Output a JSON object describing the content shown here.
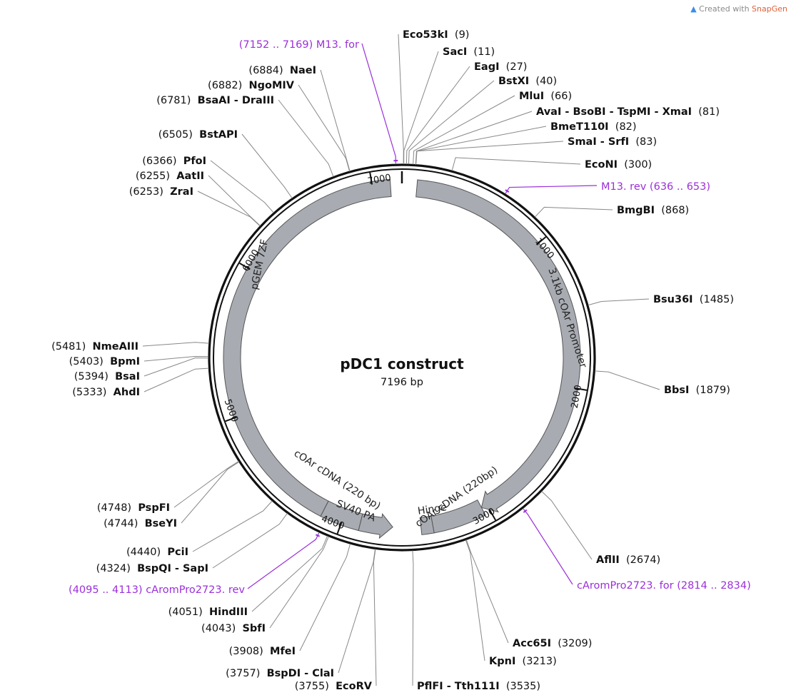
{
  "credit": {
    "prefix": "Created with",
    "brand": "SnapGen"
  },
  "plasmid": {
    "name": "pDC1 construct",
    "length_label": "7196 bp",
    "length": 7196
  },
  "ticks": [
    {
      "label": "1000",
      "pos": 1000
    },
    {
      "label": "2000",
      "pos": 2000
    },
    {
      "label": "3000",
      "pos": 3000
    },
    {
      "label": "4000",
      "pos": 4000
    },
    {
      "label": "5000",
      "pos": 5000
    },
    {
      "label": "6000",
      "pos": 6000
    },
    {
      "label": "7000",
      "pos": 7000
    }
  ],
  "features": [
    {
      "label": "3.1kb cOAr Promoter",
      "start": 100,
      "end": 3040,
      "direction": "forward"
    },
    {
      "label": "cOAr cDNA (220bp)",
      "start": 3040,
      "end": 3390,
      "direction": "reverse"
    },
    {
      "label": "Hinge",
      "start": 3390,
      "end": 3470,
      "direction": "reverse"
    },
    {
      "label": "cOAr cDNA (220 bp)",
      "start": 3660,
      "end": 3880,
      "direction": "reverse"
    },
    {
      "label": "SV40 PA",
      "start": 3880,
      "end": 4140,
      "direction": "reverse"
    },
    {
      "label": "pGEM 7ZF",
      "start": 4140,
      "end": 7120,
      "direction": "reverse"
    }
  ],
  "sites": [
    {
      "name": "Eco53kI",
      "pos_label": "(9)",
      "pos": 9,
      "side": "right"
    },
    {
      "name": "SacI",
      "pos_label": "(11)",
      "pos": 11,
      "side": "right"
    },
    {
      "name": "EagI",
      "pos_label": "(27)",
      "pos": 27,
      "side": "right"
    },
    {
      "name": "BstXI",
      "pos_label": "(40)",
      "pos": 40,
      "side": "right"
    },
    {
      "name": "MluI",
      "pos_label": "(66)",
      "pos": 66,
      "side": "right"
    },
    {
      "name": "AvaI - BsoBI - TspMI - XmaI",
      "pos_label": "(81)",
      "pos": 81,
      "side": "right"
    },
    {
      "name": "BmeT110I",
      "pos_label": "(82)",
      "pos": 82,
      "side": "right"
    },
    {
      "name": "SmaI - SrfI",
      "pos_label": "(83)",
      "pos": 83,
      "side": "right"
    },
    {
      "name": "EcoNI",
      "pos_label": "(300)",
      "pos": 300,
      "side": "right"
    },
    {
      "name": "BmgBI",
      "pos_label": "(868)",
      "pos": 868,
      "side": "right"
    },
    {
      "name": "Bsu36I",
      "pos_label": "(1485)",
      "pos": 1485,
      "side": "right"
    },
    {
      "name": "BbsI",
      "pos_label": "(1879)",
      "pos": 1879,
      "side": "right"
    },
    {
      "name": "AflII",
      "pos_label": "(2674)",
      "pos": 2674,
      "side": "right"
    },
    {
      "name": "Acc65I",
      "pos_label": "(3209)",
      "pos": 3209,
      "side": "right"
    },
    {
      "name": "KpnI",
      "pos_label": "(3213)",
      "pos": 3213,
      "side": "right"
    },
    {
      "name": "PflFI - Tth111I",
      "pos_label": "(3535)",
      "pos": 3535,
      "side": "right"
    },
    {
      "name": "EcoRV",
      "pos_label": "(3755)",
      "pos": 3755,
      "side": "left"
    },
    {
      "name": "BspDI - ClaI",
      "pos_label": "(3757)",
      "pos": 3757,
      "side": "left"
    },
    {
      "name": "MfeI",
      "pos_label": "(3908)",
      "pos": 3908,
      "side": "left"
    },
    {
      "name": "SbfI",
      "pos_label": "(4043)",
      "pos": 4043,
      "side": "left"
    },
    {
      "name": "HindIII",
      "pos_label": "(4051)",
      "pos": 4051,
      "side": "left"
    },
    {
      "name": "BspQI - SapI",
      "pos_label": "(4324)",
      "pos": 4324,
      "side": "left"
    },
    {
      "name": "PciI",
      "pos_label": "(4440)",
      "pos": 4440,
      "side": "left"
    },
    {
      "name": "BseYI",
      "pos_label": "(4744)",
      "pos": 4744,
      "side": "left"
    },
    {
      "name": "PspFI",
      "pos_label": "(4748)",
      "pos": 4748,
      "side": "left"
    },
    {
      "name": "AhdI",
      "pos_label": "(5333)",
      "pos": 5333,
      "side": "left"
    },
    {
      "name": "BsaI",
      "pos_label": "(5394)",
      "pos": 5394,
      "side": "left"
    },
    {
      "name": "BpmI",
      "pos_label": "(5403)",
      "pos": 5403,
      "side": "left"
    },
    {
      "name": "NmeAIII",
      "pos_label": "(5481)",
      "pos": 5481,
      "side": "left"
    },
    {
      "name": "ZraI",
      "pos_label": "(6253)",
      "pos": 6253,
      "side": "left"
    },
    {
      "name": "AatII",
      "pos_label": "(6255)",
      "pos": 6255,
      "side": "left"
    },
    {
      "name": "PfoI",
      "pos_label": "(6366)",
      "pos": 6366,
      "side": "left"
    },
    {
      "name": "BstAPI",
      "pos_label": "(6505)",
      "pos": 6505,
      "side": "left"
    },
    {
      "name": "BsaAI - DraIII",
      "pos_label": "(6781)",
      "pos": 6781,
      "side": "left"
    },
    {
      "name": "NgoMIV",
      "pos_label": "(6882)",
      "pos": 6882,
      "side": "left"
    },
    {
      "name": "NaeI",
      "pos_label": "(6884)",
      "pos": 6884,
      "side": "left"
    }
  ],
  "primers": [
    {
      "text": "(7152 .. 7169)  M13. for",
      "pos": 7160,
      "side": "left"
    },
    {
      "text": "M13. rev  (636 .. 653)",
      "pos": 645,
      "side": "right"
    },
    {
      "text": "cAromPro2723. for  (2814 .. 2834)",
      "pos": 2824,
      "side": "right"
    },
    {
      "text": "(4095 .. 4113)  cAromPro2723. rev",
      "pos": 4104,
      "side": "left"
    }
  ]
}
